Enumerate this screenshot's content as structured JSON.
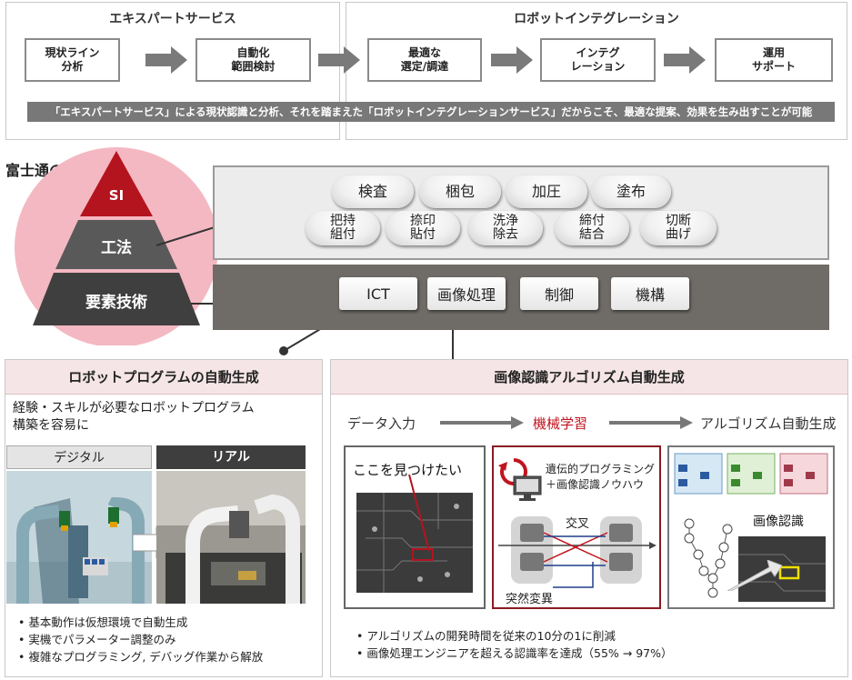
{
  "top": {
    "left_title": "エキスパートサービス",
    "right_title": "ロボットインテグレーション",
    "steps": [
      "現状ライン\n分析",
      "自動化\n範囲検討",
      "最適な\n選定/調達",
      "インテグ\nレーション",
      "運用\nサポート"
    ],
    "summary": "「エキスパートサービス」による現状認識と分析、それを踏まえた「ロボットインテグレーションサービス」だからこそ、最適な提案、効果を生み出すことが可能"
  },
  "pyramid": {
    "title": "富士通の強み",
    "levels": [
      "SI",
      "工法",
      "要素技術"
    ],
    "colors": {
      "si": "#b4141e",
      "koho": "#595959",
      "yoso": "#3f3f3f",
      "halo": "#f4b8c2"
    }
  },
  "koho_items": [
    "検査",
    "梱包",
    "加圧",
    "塗布",
    "把持\n組付",
    "捺印\n貼付",
    "洗浄\n除去",
    "締付\n結合",
    "切断\n曲げ"
  ],
  "tech_items": [
    "ICT",
    "画像処理",
    "制御",
    "機構"
  ],
  "left_section": {
    "title": "ロボットプログラムの自動生成",
    "subtitle": "経験・スキルが必要なロボットプログラム\n構築を容易に",
    "digital_label": "デジタル",
    "real_label": "リアル",
    "bullets": [
      "基本動作は仮想環境で自動生成",
      "実機でパラメーター調整のみ",
      "複雑なプログラミング, デバッグ作業から解放"
    ]
  },
  "right_section": {
    "title": "画像認識アルゴリズム自動生成",
    "flow": [
      "データ入力",
      "機械学習",
      "アルゴリズム自動生成"
    ],
    "flow_accent": "#c0141e",
    "box1_label": "ここを見つけたい",
    "box2_line1": "遺伝的プログラミング",
    "box2_line2": "＋画像認識ノウハウ",
    "crossover": "交叉",
    "mutation": "突然変異",
    "box3_label": "画像認識",
    "bullets": [
      "アルゴリズムの開発時間を従来の10分の1に削減",
      "画像処理エンジニアを超える認識率を達成（55% → 97%）"
    ]
  }
}
